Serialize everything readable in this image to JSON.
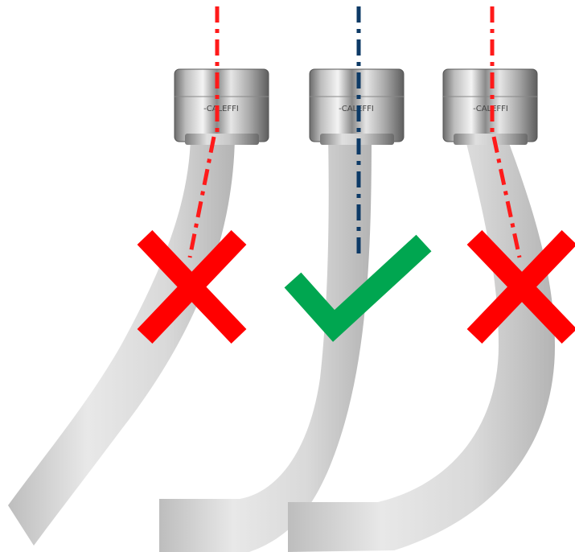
{
  "colors": {
    "background": "#ffffff",
    "hose_light": "#e6e6e6",
    "hose_dark": "#b8b8b8",
    "nut_light": "#f2f2f2",
    "nut_dark": "#6e6e6e",
    "axis_wrong": "#ff1a1a",
    "axis_correct": "#0d3a66",
    "cross_mark": "#ff0000",
    "check_mark": "#00a650"
  },
  "fitting_engraving": "-CALEFFI",
  "examples": [
    {
      "id": "left",
      "verdict": "incorrect",
      "axis": "red dash-dot",
      "mark": "cross-icon"
    },
    {
      "id": "middle",
      "verdict": "correct",
      "axis": "navy dash-dot",
      "mark": "check-icon"
    },
    {
      "id": "right",
      "verdict": "incorrect",
      "axis": "red dash-dot",
      "mark": "cross-icon"
    }
  ]
}
